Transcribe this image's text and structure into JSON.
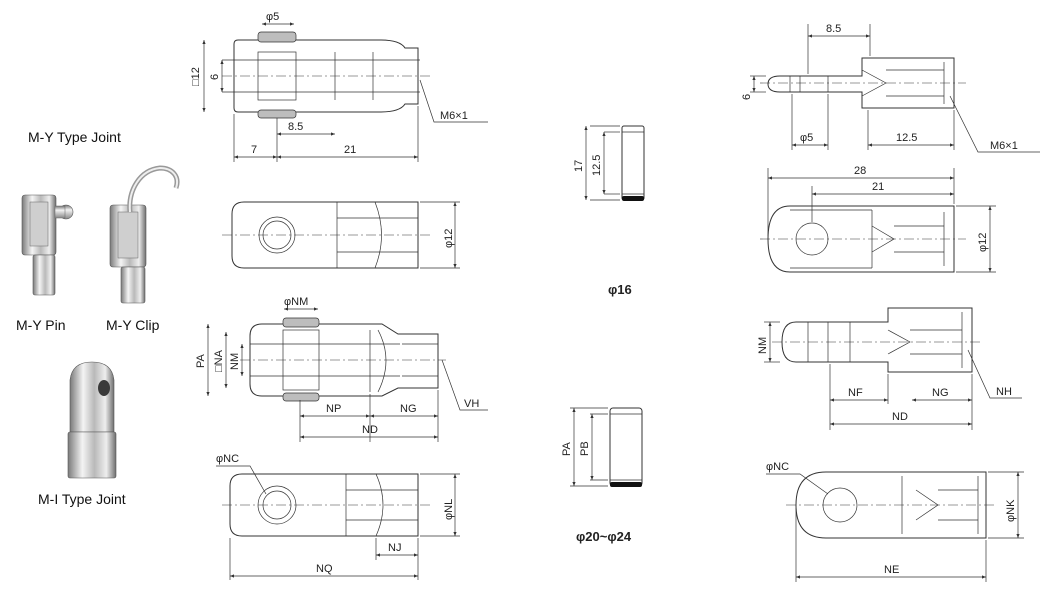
{
  "photos": {
    "my_type_joint": "M-Y Type Joint",
    "my_pin": "M-Y Pin",
    "my_clip": "M-Y Clip",
    "mi_type_joint": "M-I Type Joint"
  },
  "pin_captions": {
    "small": "φ16",
    "large": "φ20~φ24"
  },
  "y_top": {
    "pin_dia": "φ5",
    "square": "□12",
    "slot": "6",
    "pin_pos": "8.5",
    "tip": "7",
    "length": "21",
    "thread": "M6×1"
  },
  "y_top_plan": {
    "dia": "φ12"
  },
  "y_generic": {
    "pin_dia": "φNM",
    "pa": "PA",
    "square": "□NA",
    "nm": "NM",
    "np": "NP",
    "ng": "NG",
    "nd": "ND",
    "vh": "VH"
  },
  "y_generic_plan": {
    "nc": "φNC",
    "nl": "φNL",
    "nj": "NJ",
    "nq": "NQ"
  },
  "pin16": {
    "height": "17",
    "inner": "12.5"
  },
  "pin20": {
    "pa": "PA",
    "pb": "PB"
  },
  "i_top": {
    "shoulder": "8.5",
    "width": "6",
    "hole": "φ5",
    "thread_len": "12.5",
    "thread": "M6×1"
  },
  "i_top_plan": {
    "total": "28",
    "length": "21",
    "dia": "φ12"
  },
  "i_generic": {
    "nm": "NM",
    "nf": "NF",
    "ng": "NG",
    "nd": "ND",
    "nh": "NH"
  },
  "i_generic_plan": {
    "nc": "φNC",
    "nk": "φNK",
    "ne": "NE"
  }
}
